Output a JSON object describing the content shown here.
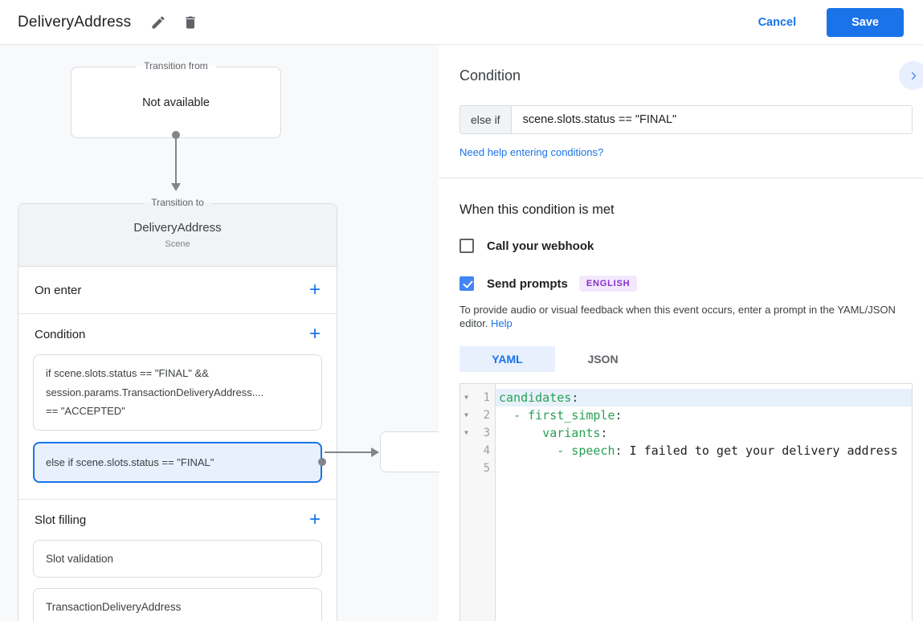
{
  "header": {
    "title": "DeliveryAddress",
    "cancel_label": "Cancel",
    "save_label": "Save"
  },
  "flow": {
    "transition_from": {
      "legend": "Transition from",
      "value": "Not available"
    },
    "scene_card": {
      "legend": "Transition to",
      "title": "DeliveryAddress",
      "subtitle": "Scene",
      "on_enter_label": "On enter",
      "condition_label": "Condition",
      "condition_items": [
        {
          "selected": false,
          "lines": [
            "if scene.slots.status == \"FINAL\" &&",
            "session.params.TransactionDeliveryAddress....",
            "== \"ACCEPTED\""
          ]
        },
        {
          "selected": true,
          "lines": [
            "else if scene.slots.status == \"FINAL\""
          ]
        }
      ],
      "slot_filling_label": "Slot filling",
      "slot_items": [
        "Slot validation",
        "TransactionDeliveryAddress"
      ]
    }
  },
  "panel": {
    "heading": "Condition",
    "condition_prefix": "else if",
    "condition_value": "scene.slots.status == \"FINAL\"",
    "help_link": "Need help entering conditions?",
    "met_heading": "When this condition is met",
    "webhook_label": "Call your webhook",
    "webhook_checked": false,
    "prompts_label": "Send prompts",
    "prompts_checked": true,
    "language_badge": "ENGLISH",
    "description": "To provide audio or visual feedback when this event occurs, enter a prompt in the YAML/JSON editor.",
    "help_label": "Help",
    "tab_yaml": "YAML",
    "tab_json": "JSON"
  },
  "editor": {
    "active_line": 1,
    "lines": [
      {
        "n": 1,
        "fold": true,
        "segments": [
          {
            "type": "key",
            "text": "candidates"
          },
          {
            "type": "punct",
            "text": ":"
          }
        ]
      },
      {
        "n": 2,
        "fold": true,
        "segments": [
          {
            "type": "plain",
            "text": "  "
          },
          {
            "type": "key",
            "text": "- first_simple"
          },
          {
            "type": "punct",
            "text": ":"
          }
        ]
      },
      {
        "n": 3,
        "fold": true,
        "segments": [
          {
            "type": "plain",
            "text": "      "
          },
          {
            "type": "key",
            "text": "variants"
          },
          {
            "type": "punct",
            "text": ":"
          }
        ]
      },
      {
        "n": 4,
        "fold": false,
        "segments": [
          {
            "type": "plain",
            "text": "        "
          },
          {
            "type": "key",
            "text": "- speech"
          },
          {
            "type": "punct",
            "text": ":"
          },
          {
            "type": "plain",
            "text": " I failed to get your delivery address"
          }
        ]
      },
      {
        "n": 5,
        "fold": false,
        "segments": []
      }
    ]
  },
  "colors": {
    "accent_blue": "#1a73e8",
    "selected_fill": "#e8f0fe",
    "yaml_key_green": "#28a055",
    "badge_purple": "#8430ce",
    "badge_bg": "#f3e8fd"
  }
}
